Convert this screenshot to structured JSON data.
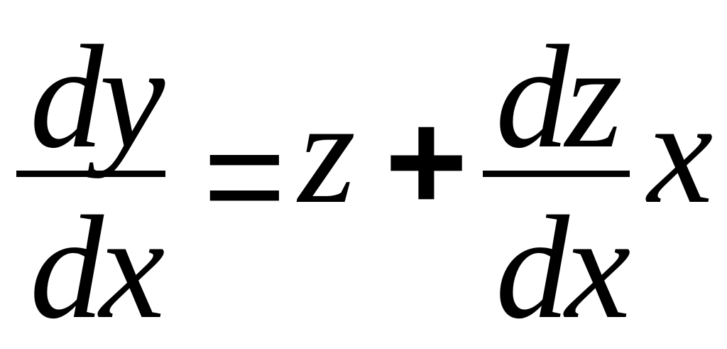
{
  "equation": {
    "frac1": {
      "numerator": "dy",
      "denominator": "dx"
    },
    "equals": "=",
    "z": "z",
    "plus": "+",
    "frac2": {
      "numerator": "dz",
      "denominator": "dx"
    },
    "x": "x"
  }
}
